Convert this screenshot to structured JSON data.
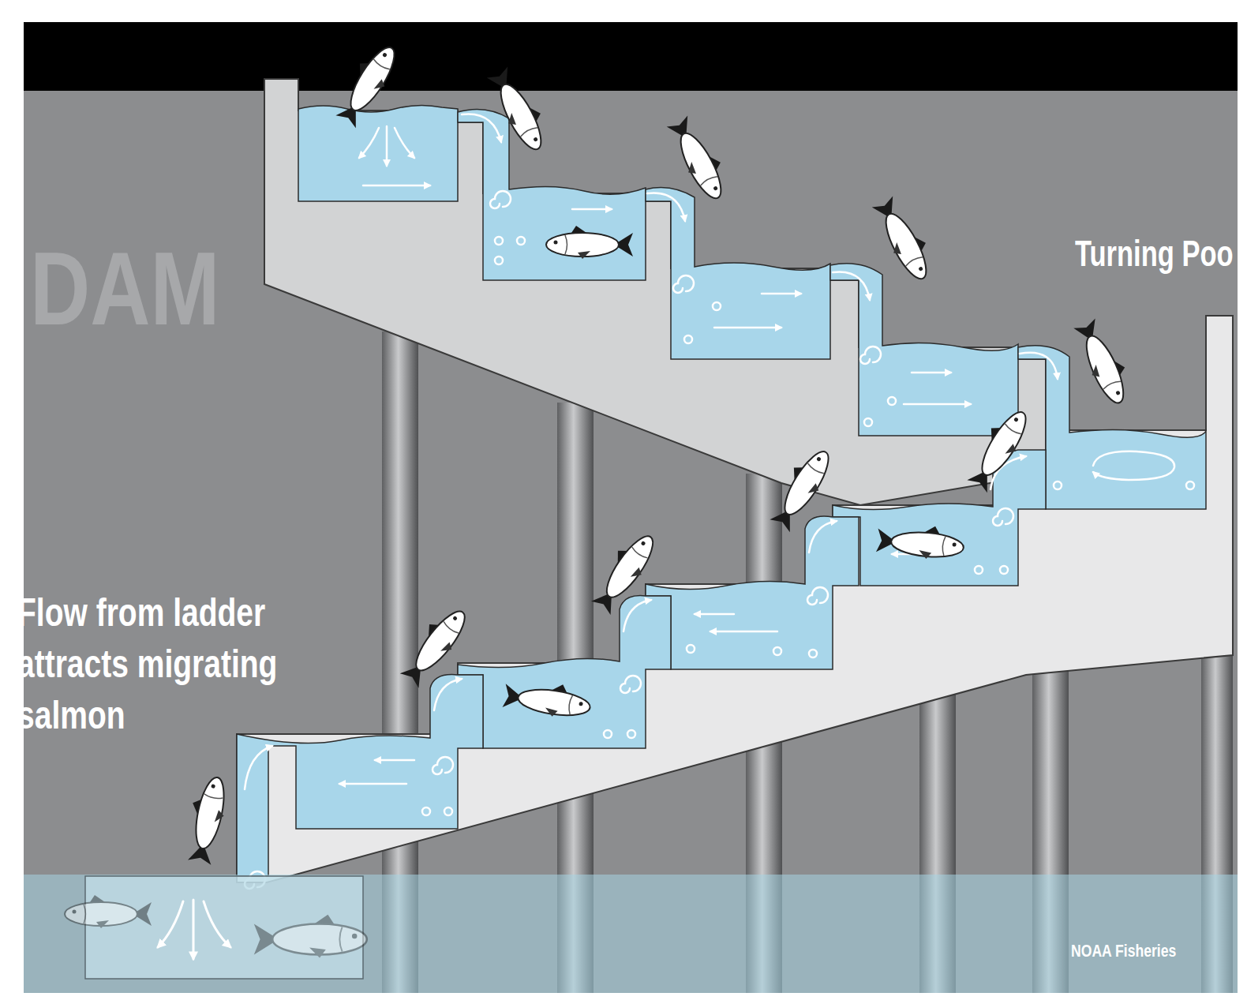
{
  "diagram": {
    "labels": [
      "DAM",
      "Turning Poo",
      "Flow from ladder attracts migrating salmon",
      "NOAA Fisheries"
    ]
  }
}
